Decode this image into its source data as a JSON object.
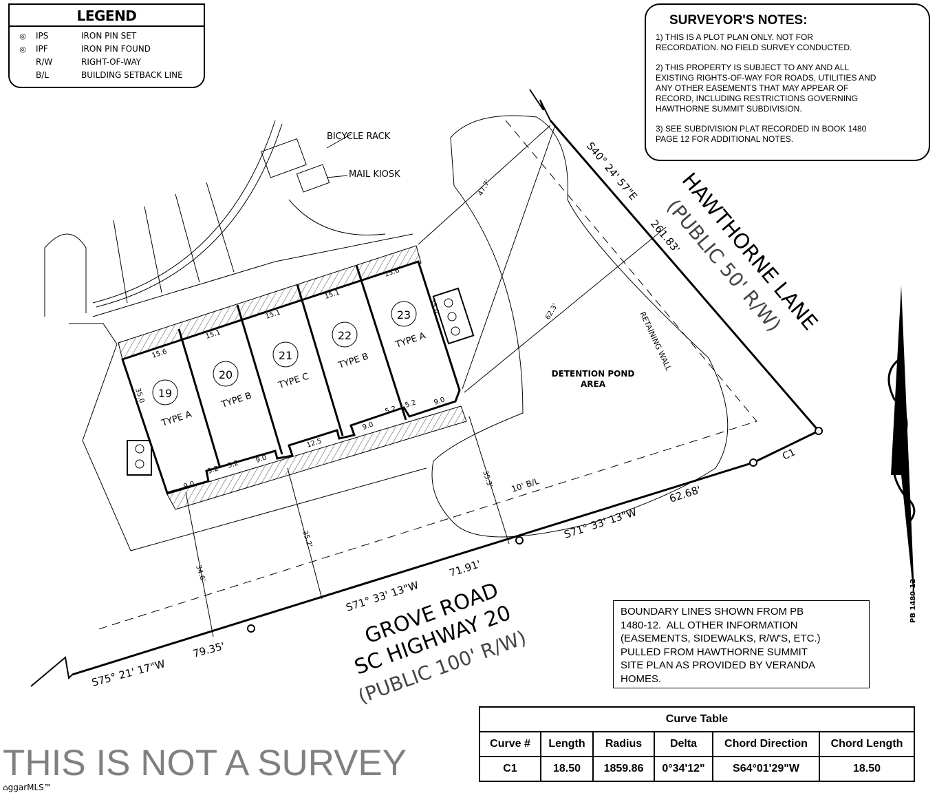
{
  "legend": {
    "title": "LEGEND",
    "items": [
      {
        "symbol": "circle-icon",
        "abbr": "IPS",
        "meaning": "IRON PIN SET"
      },
      {
        "symbol": "circle-icon",
        "abbr": "IPF",
        "meaning": "IRON PIN FOUND"
      },
      {
        "symbol": "",
        "abbr": "R/W",
        "meaning": "RIGHT-OF-WAY"
      },
      {
        "symbol": "",
        "abbr": "B/L",
        "meaning": "BUILDING SETBACK LINE"
      }
    ]
  },
  "notes": {
    "title": "SURVEYOR'S NOTES:",
    "items": [
      "1) THIS IS A PLOT PLAN ONLY. NOT FOR\nRECORDATION. NO FIELD SURVEY CONDUCTED.",
      "2) THIS PROPERTY IS SUBJECT TO ANY AND ALL\nEXISTING RIGHTS-OF-WAY FOR ROADS, UTILITIES AND\nANY OTHER EASEMENTS THAT MAY APPEAR OF\nRECORD, INCLUDING RESTRICTIONS GOVERNING\nHAWTHORNE SUMMIT SUBDIVISION.",
      "3) SEE SUBDIVISION PLAT RECORDED IN BOOK 1480\nPAGE 12 FOR ADDITIONAL NOTES."
    ]
  },
  "info_note": "BOUNDARY LINES SHOWN FROM PB\n1480-12.  ALL OTHER INFORMATION\n(EASEMENTS, SIDEWALKS, R/W'S, ETC.)\nPULLED FROM HAWTHORNE SUMMIT\nSITE PLAN AS PROVIDED BY VERANDA\nHOMES.",
  "curve_table": {
    "title": "Curve Table",
    "headers": [
      "Curve #",
      "Length",
      "Radius",
      "Delta",
      "Chord Direction",
      "Chord Length"
    ],
    "rows": [
      [
        "C1",
        "18.50",
        "1859.86",
        "0°34'12\"",
        "S64°01'29\"W",
        "18.50"
      ]
    ]
  },
  "watermark": "THIS IS NOT A SURVEY",
  "mls_logo": "ggarMLS™",
  "streets": {
    "hawthorne": "HAWTHORNE LANE",
    "hawthorne_rw": "(PUBLIC 50' R/W)",
    "grove": "GROVE ROAD",
    "highway": "SC HIGHWAY 20",
    "grove_rw": "(PUBLIC 100' R/W)"
  },
  "bearings": {
    "east_bearing": "S40° 24' 57\"E",
    "east_dist": "261.83'",
    "s1_bearing": "S71° 33' 13\"W",
    "s1_dist": "62.68'",
    "s2_bearing": "S71° 33' 13\"W",
    "s2_dist": "71.91'",
    "s3_bearing": "S75° 21' 17\"W",
    "s3_dist": "79.35'",
    "curve": "C1"
  },
  "dimensions": {
    "d1": "47.7'",
    "d2": "62.3'",
    "d3": "35.3'",
    "d4": "35.2'",
    "d5": "34.6'",
    "setback": "10' B/L"
  },
  "labels": {
    "retaining_wall": "RETAINING WALL",
    "pond": "DETENTION POND",
    "pond2": "AREA",
    "bike": "BICYCLE RACK",
    "kiosk": "MAIL KIOSK",
    "plat_ref": "PB 1480-12"
  },
  "lots": [
    {
      "number": "19",
      "type": "TYPE A"
    },
    {
      "number": "20",
      "type": "TYPE B"
    },
    {
      "number": "21",
      "type": "TYPE C"
    },
    {
      "number": "22",
      "type": "TYPE B"
    },
    {
      "number": "23",
      "type": "TYPE A"
    }
  ],
  "lot_dims": {
    "front": [
      "15.6",
      "15.1",
      "15.1",
      "15.1",
      "15.6"
    ],
    "side": "35.0",
    "rear": [
      "9.0",
      "5.2",
      "5.2",
      "9.0",
      "12.5",
      "9.0",
      "5.2",
      "5.2",
      "9.0"
    ]
  }
}
